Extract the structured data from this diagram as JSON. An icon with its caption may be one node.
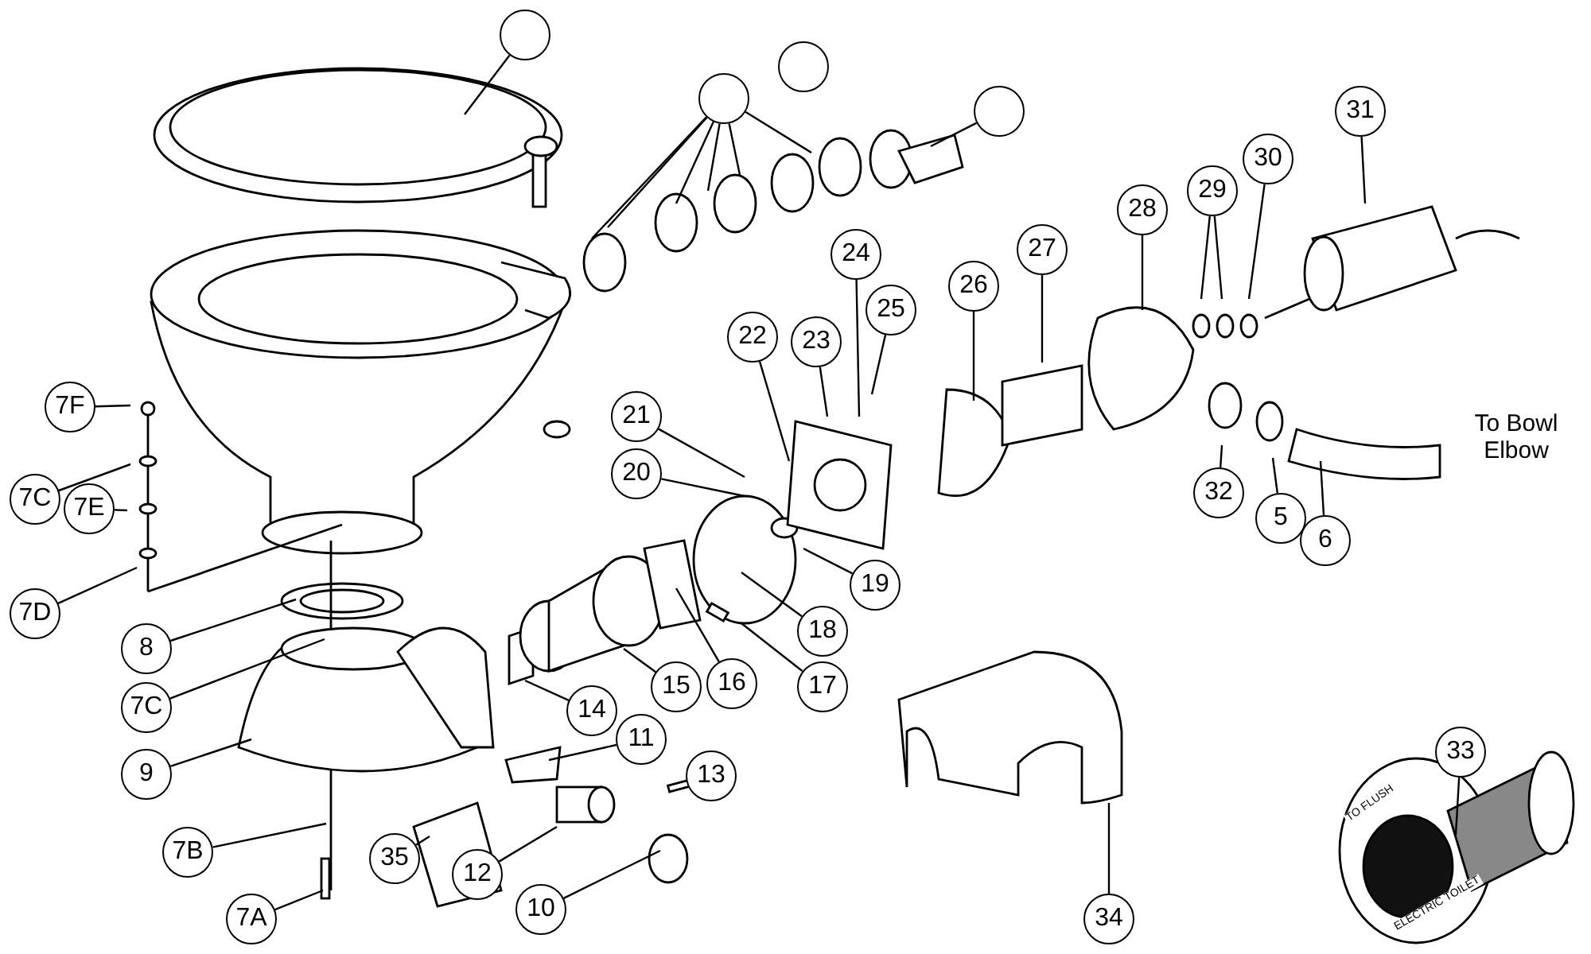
{
  "diagram": {
    "nodes": [
      {
        "text": [],
        "shape": "circle"
      },
      {
        "text": [],
        "shape": "circle"
      },
      {
        "text": [],
        "shape": "circle"
      },
      {
        "text": [],
        "shape": "circle"
      },
      {
        "text": [
          "31"
        ]
      },
      {
        "text": [
          "28"
        ]
      },
      {
        "text": [
          "29"
        ]
      },
      {
        "text": [
          "30"
        ]
      },
      {
        "text": [
          "24"
        ]
      },
      {
        "text": [
          "27"
        ]
      },
      {
        "text": [
          "26"
        ]
      },
      {
        "text": [
          "22"
        ]
      },
      {
        "text": [
          "25"
        ]
      },
      {
        "text": [
          "23"
        ]
      },
      {
        "text": [
          "7F"
        ]
      },
      {
        "text": [
          "21"
        ]
      },
      {
        "text": [
          "7C"
        ]
      },
      {
        "text": [
          "20"
        ]
      },
      {
        "text": [
          "32"
        ]
      },
      {
        "text": [
          "5"
        ]
      },
      {
        "text": [
          "7E"
        ]
      },
      {
        "text": [
          "6"
        ]
      },
      {
        "text": [
          "7D"
        ]
      },
      {
        "text": [
          "19"
        ]
      },
      {
        "text": [
          "18"
        ]
      },
      {
        "text": [
          "8"
        ]
      },
      {
        "text": [
          "17"
        ]
      },
      {
        "text": [
          "16"
        ]
      },
      {
        "text": [
          "15"
        ]
      },
      {
        "text": [
          "14"
        ]
      },
      {
        "text": [
          "7C"
        ]
      },
      {
        "text": [
          "11"
        ]
      },
      {
        "text": [
          "33"
        ]
      },
      {
        "text": [
          "9"
        ]
      },
      {
        "text": [
          "13"
        ]
      },
      {
        "text": [
          "7B"
        ]
      },
      {
        "text": [
          "35"
        ]
      },
      {
        "text": [
          "12"
        ]
      },
      {
        "text": [
          "34"
        ]
      },
      {
        "text": [
          "10"
        ]
      },
      {
        "text": [
          "7A"
        ]
      }
    ],
    "edges": [
      {
        "from": 0,
        "to": null,
        "arrow": "none"
      },
      {
        "from": 1,
        "to": null,
        "arrow": "none"
      },
      {
        "from": 1,
        "to": null,
        "arrow": "none"
      },
      {
        "from": 1,
        "to": null,
        "arrow": "none"
      },
      {
        "from": 1,
        "to": null,
        "arrow": "none"
      },
      {
        "from": 1,
        "to": null,
        "arrow": "none"
      },
      {
        "from": 1,
        "to": null,
        "arrow": "none"
      },
      {
        "from": 3,
        "to": null,
        "arrow": "none"
      },
      {
        "from": 4,
        "to": null,
        "arrow": "none"
      },
      {
        "from": 5,
        "to": null,
        "arrow": "none"
      },
      {
        "from": 6,
        "to": null,
        "arrow": "none"
      },
      {
        "from": 6,
        "to": null,
        "arrow": "none"
      },
      {
        "from": 7,
        "to": null,
        "arrow": "none"
      },
      {
        "from": 8,
        "to": null,
        "arrow": "none"
      },
      {
        "from": 9,
        "to": null,
        "arrow": "none"
      },
      {
        "from": 10,
        "to": null,
        "arrow": "none"
      },
      {
        "from": 11,
        "to": null,
        "arrow": "none"
      },
      {
        "from": 12,
        "to": null,
        "arrow": "none"
      },
      {
        "from": 13,
        "to": null,
        "arrow": "none"
      },
      {
        "from": 14,
        "to": null,
        "arrow": "none"
      },
      {
        "from": 15,
        "to": null,
        "arrow": "none"
      },
      {
        "from": 16,
        "to": null,
        "arrow": "none"
      },
      {
        "from": 17,
        "to": null,
        "arrow": "none"
      },
      {
        "from": 18,
        "to": null,
        "arrow": "none"
      },
      {
        "from": 19,
        "to": null,
        "arrow": "none"
      },
      {
        "from": 20,
        "to": null,
        "arrow": "none"
      },
      {
        "from": 21,
        "to": null,
        "arrow": "none"
      },
      {
        "from": 22,
        "to": null,
        "arrow": "none"
      },
      {
        "from": 23,
        "to": null,
        "arrow": "none"
      },
      {
        "from": 24,
        "to": null,
        "arrow": "none"
      },
      {
        "from": 25,
        "to": null,
        "arrow": "none"
      },
      {
        "from": 26,
        "to": null,
        "arrow": "none"
      },
      {
        "from": 27,
        "to": null,
        "arrow": "none"
      },
      {
        "from": 28,
        "to": null,
        "arrow": "none"
      },
      {
        "from": 29,
        "to": null,
        "arrow": "none"
      },
      {
        "from": 30,
        "to": null,
        "arrow": "none"
      },
      {
        "from": 31,
        "to": null,
        "arrow": "none"
      },
      {
        "from": 32,
        "to": null,
        "arrow": "none"
      },
      {
        "from": 33,
        "to": null,
        "arrow": "none"
      },
      {
        "from": 34,
        "to": null,
        "arrow": "none"
      },
      {
        "from": 35,
        "to": null,
        "arrow": "none"
      },
      {
        "from": 36,
        "to": null,
        "arrow": "none"
      },
      {
        "from": 37,
        "to": null,
        "arrow": "none"
      },
      {
        "from": 38,
        "to": null,
        "arrow": "none"
      },
      {
        "from": 39,
        "to": null,
        "arrow": "none"
      },
      {
        "from": 40,
        "to": null,
        "arrow": "none"
      }
    ],
    "labels": [
      "To Bowl Elbow",
      "TO FLUSH",
      "ELECTRIC TOILET"
    ]
  }
}
